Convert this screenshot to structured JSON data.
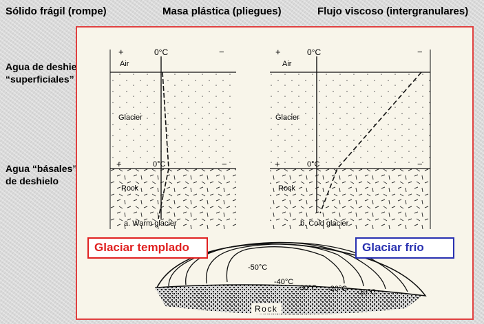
{
  "headers": {
    "left": "Sólido frágil (rompe)",
    "center": "Masa plástica (pliegues)",
    "right": "Flujo viscoso (intergranulares)"
  },
  "side_labels": {
    "surface_line1": "Agua de deshielo",
    "surface_line2": "“superficiales”",
    "basal_line1": "Agua “básales”",
    "basal_line2": "de deshielo"
  },
  "diagram": {
    "plus": "+",
    "minus": "−",
    "zero": "0°C",
    "air": "Air",
    "glacier": "Glacier",
    "rock": "Rock",
    "warm_caption": "a. Warm glacier",
    "cold_caption": "b. Cold glacier"
  },
  "cross_section": {
    "temps": [
      "-50°C",
      "-40°C",
      "-30°C",
      "-20°C",
      "-10°C"
    ],
    "rock": "Rock"
  },
  "labels": {
    "warm": "Glaciar templado",
    "cold": "Glaciar frío"
  }
}
